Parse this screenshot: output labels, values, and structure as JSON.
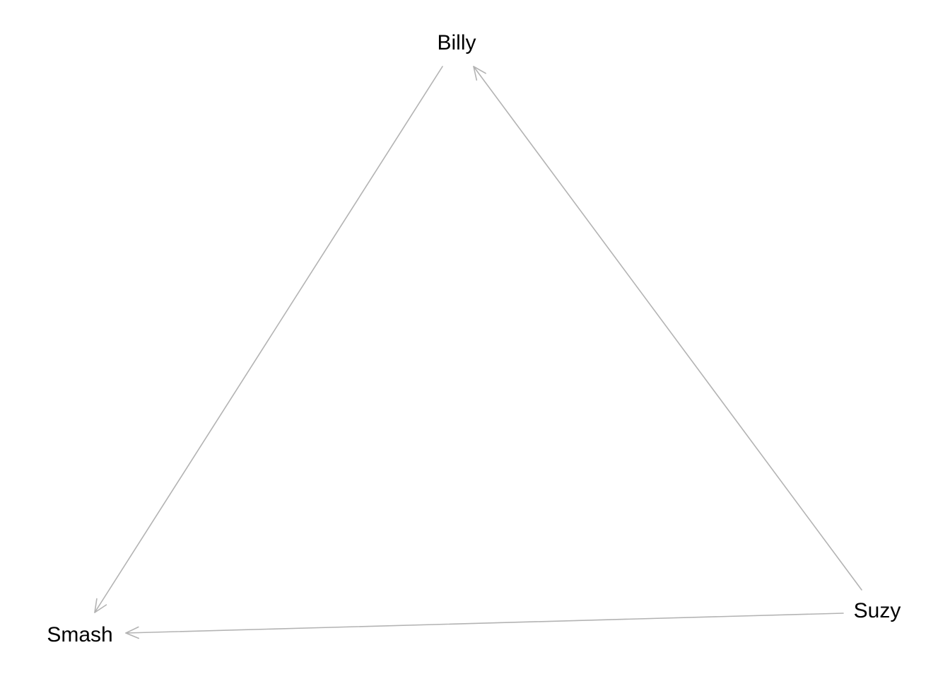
{
  "diagram": {
    "edge_color": "#b3b3b3",
    "text_color": "#000000",
    "background": "#ffffff",
    "nodes": [
      {
        "id": "billy",
        "label": "Billy"
      },
      {
        "id": "smash",
        "label": "Smash"
      },
      {
        "id": "suzy",
        "label": "Suzy"
      }
    ],
    "edges": [
      {
        "from": "billy",
        "to": "smash"
      },
      {
        "from": "suzy",
        "to": "billy"
      },
      {
        "from": "suzy",
        "to": "smash"
      }
    ]
  }
}
